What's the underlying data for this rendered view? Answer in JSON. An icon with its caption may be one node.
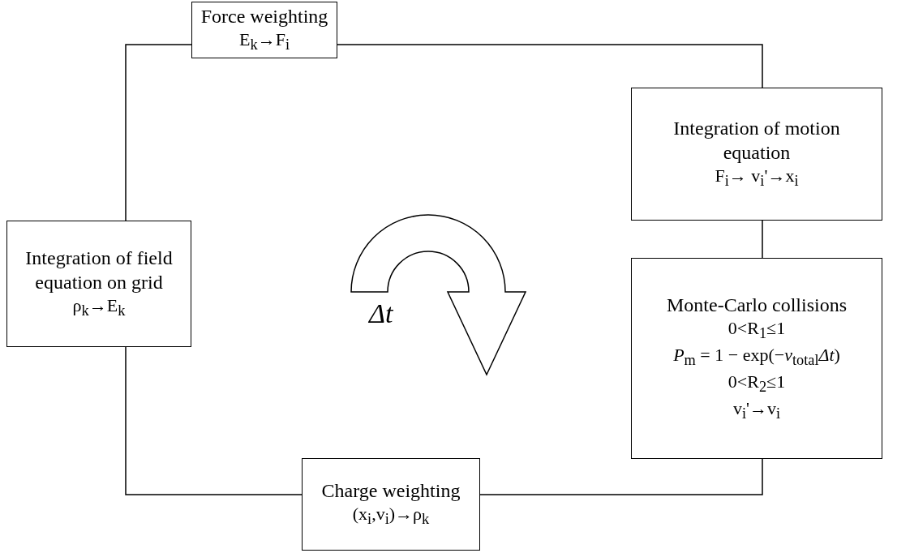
{
  "diagram": {
    "nodes": [
      {
        "text": [
          "Force weighting",
          "E$_{k}$→F$_{i}$"
        ]
      },
      {
        "text": [
          "Integration of motion equation",
          "F$_{i}$→ v$_{i}$'→x$_{i}$"
        ]
      },
      {
        "text": [
          "Monte-Carlo collisions",
          "0<R$_{1}$≤1",
          "*P*$_{m}$ = 1 − exp(−*ν*$_{total}$*Δt*)",
          "0<R$_{2}$≤1",
          "v$_{i}$'→v$_{i}$"
        ]
      },
      {
        "text": [
          "Charge weighting",
          "(x$_{i}$,v$_{i}$)→ρ$_{k}$"
        ]
      },
      {
        "text": [
          "Integration of field equation on grid",
          "ρ$_{k}$→E$_{k}$"
        ]
      }
    ],
    "edges": [
      {
        "from": 0,
        "to": 1,
        "arrow": "none"
      },
      {
        "from": 1,
        "to": 2,
        "arrow": "none"
      },
      {
        "from": 2,
        "to": 3,
        "arrow": "none"
      },
      {
        "from": 3,
        "to": 4,
        "arrow": "none"
      },
      {
        "from": 4,
        "to": 0,
        "arrow": "none"
      }
    ],
    "labels": [
      "Δt"
    ]
  }
}
